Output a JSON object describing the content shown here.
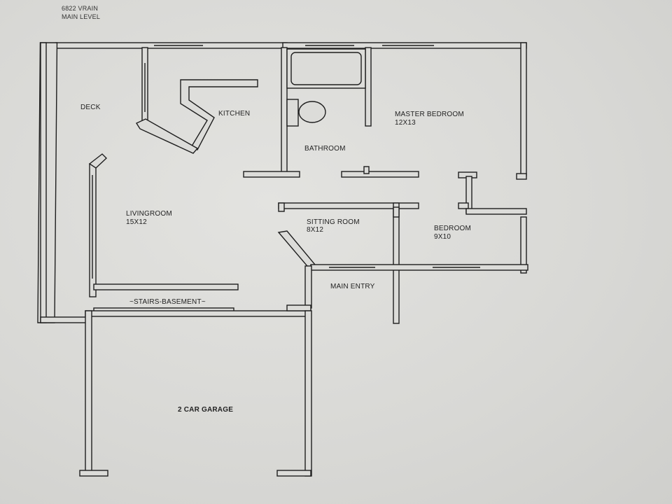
{
  "header": {
    "address": "6822 VRAIN",
    "level": "MAIN LEVEL"
  },
  "rooms": {
    "deck": "DECK",
    "kitchen": "KITCHEN",
    "master_bedroom": {
      "name": "MASTER BEDROOM",
      "size": "12X13"
    },
    "bathroom": "BATHROOM",
    "livingroom": {
      "name": "LIVINGROOM",
      "size": "15X12"
    },
    "sitting_room": {
      "name": "SITTING ROOM",
      "size": "8X12"
    },
    "bedroom": {
      "name": "BEDROOM",
      "size": "9X10"
    },
    "main_entry": "MAIN ENTRY",
    "stairs": "~STAIRS-BASEMENT~",
    "garage": "2 CAR GARAGE"
  },
  "colors": {
    "paper": "#dcdcd9",
    "wall_line": "#1e1e1e",
    "wall_fill": "#dcdcd9"
  }
}
